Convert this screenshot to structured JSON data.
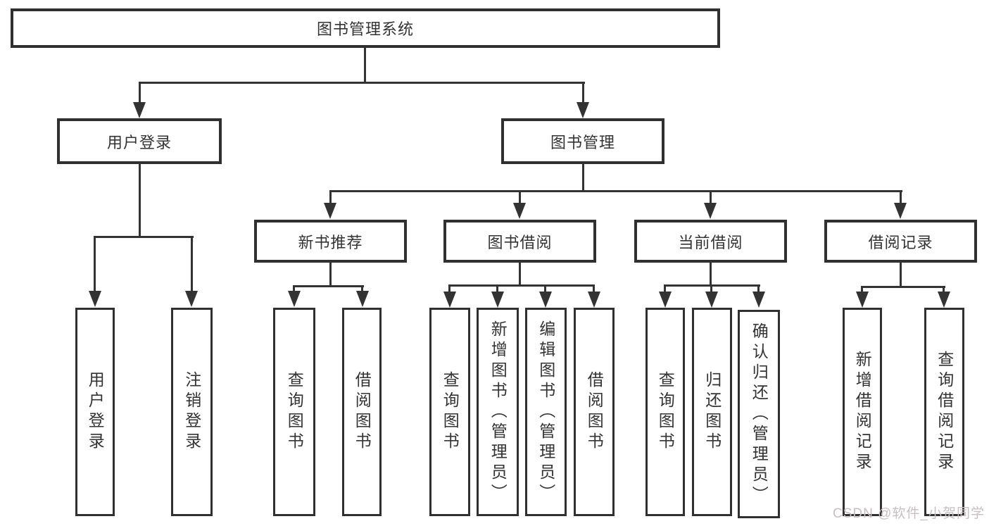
{
  "diagram": {
    "root_label": "图书管理系统",
    "branches": [
      {
        "label": "用户登录",
        "children": [
          {
            "label": "用户登录"
          },
          {
            "label": "注销登录"
          }
        ]
      },
      {
        "label": "图书管理",
        "children": [
          {
            "label": "新书推荐",
            "children": [
              {
                "label": "查询图书"
              },
              {
                "label": "借阅图书"
              }
            ]
          },
          {
            "label": "图书借阅",
            "children": [
              {
                "label": "查询图书"
              },
              {
                "label": "新增图书（管理员）"
              },
              {
                "label": "编辑图书（管理员）"
              },
              {
                "label": "借阅图书"
              }
            ]
          },
          {
            "label": "当前借阅",
            "children": [
              {
                "label": "查询图书"
              },
              {
                "label": "归还图书"
              },
              {
                "label": "确认归还（管理员）"
              }
            ]
          },
          {
            "label": "借阅记录",
            "children": [
              {
                "label": "新增借阅记录"
              },
              {
                "label": "查询借阅记录"
              }
            ]
          }
        ]
      }
    ],
    "colors": {
      "line": "#333333",
      "text": "#333333",
      "background": "#ffffff",
      "watermark": "#c8bfc2"
    }
  },
  "watermark": {
    "text": "CSDN @软件_小贺同学"
  }
}
